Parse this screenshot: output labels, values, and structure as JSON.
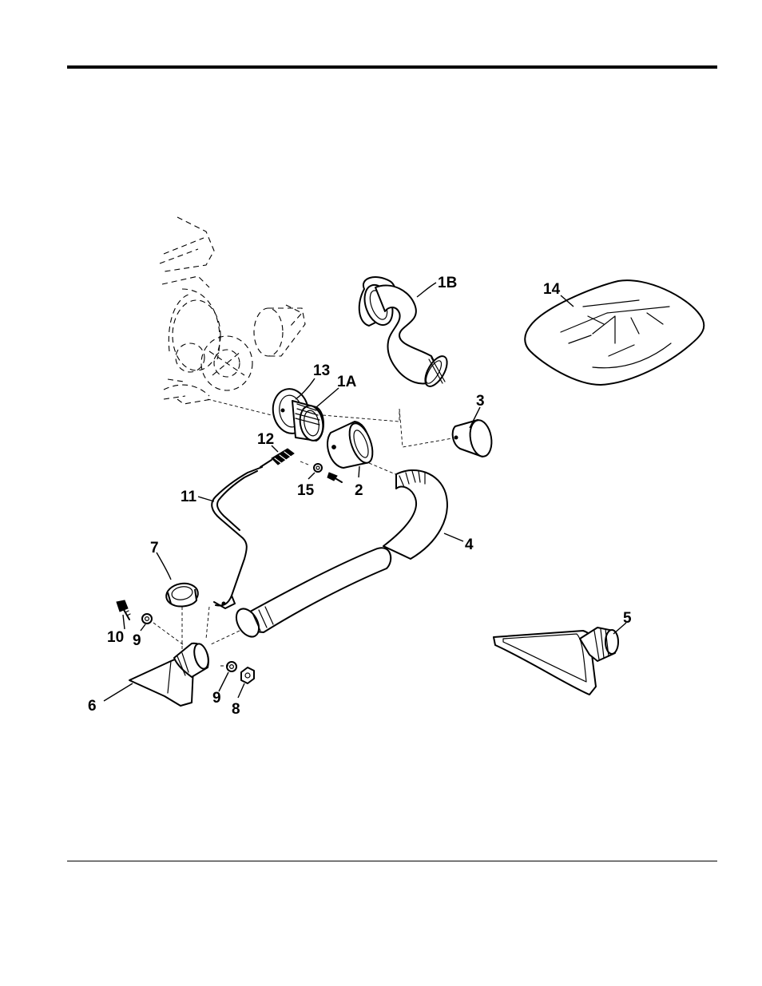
{
  "callouts": {
    "c1B": "1B",
    "c14": "14",
    "c13": "13",
    "c1A": "1A",
    "c3": "3",
    "c12": "12",
    "c15": "15",
    "c2": "2",
    "c11": "11",
    "c4": "4",
    "c7": "7",
    "c10": "10",
    "c9a": "9",
    "c5": "5",
    "c6": "6",
    "c9b": "9",
    "c8": "8"
  }
}
